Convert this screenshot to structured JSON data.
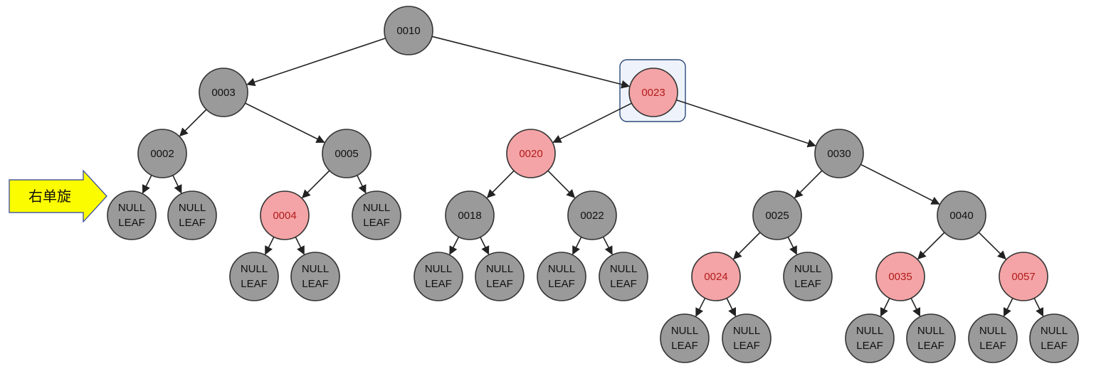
{
  "colors": {
    "black_node": "#9a9a9b",
    "red_node": "#f4a4a6",
    "red_stroke": "#c9353a",
    "red_text": "#b21b1b",
    "edge": "#222222",
    "badge_fill": "#fcfc00",
    "badge_stroke": "#2a3fa0",
    "highlight_stroke": "#2c4a7a"
  },
  "annotation": {
    "label": "右单旋",
    "icon": "right-arrow-icon"
  },
  "highlighted_node": "0023",
  "nodes": [
    {
      "id": "n0010",
      "key": "0010",
      "color": "black"
    },
    {
      "id": "n0003",
      "key": "0003",
      "color": "black"
    },
    {
      "id": "n0023",
      "key": "0023",
      "color": "red"
    },
    {
      "id": "n0002",
      "key": "0002",
      "color": "black"
    },
    {
      "id": "n0005",
      "key": "0005",
      "color": "black"
    },
    {
      "id": "n0020",
      "key": "0020",
      "color": "red"
    },
    {
      "id": "n0030",
      "key": "0030",
      "color": "black"
    },
    {
      "id": "n0004",
      "key": "0004",
      "color": "red"
    },
    {
      "id": "n0018",
      "key": "0018",
      "color": "black"
    },
    {
      "id": "n0022",
      "key": "0022",
      "color": "black"
    },
    {
      "id": "n0025",
      "key": "0025",
      "color": "black"
    },
    {
      "id": "n0040",
      "key": "0040",
      "color": "black"
    },
    {
      "id": "n0024",
      "key": "0024",
      "color": "red"
    },
    {
      "id": "n0035",
      "key": "0035",
      "color": "red"
    },
    {
      "id": "n0057",
      "key": "0057",
      "color": "red"
    },
    {
      "id": "L1",
      "null": true,
      "line1": "NULL",
      "line2": "LEAF"
    },
    {
      "id": "L2",
      "null": true,
      "line1": "NULL",
      "line2": "LEAF"
    },
    {
      "id": "L3",
      "null": true,
      "line1": "NULL",
      "line2": "LEAF"
    },
    {
      "id": "L4",
      "null": true,
      "line1": "NULL",
      "line2": "LEAF"
    },
    {
      "id": "L5",
      "null": true,
      "line1": "NULL",
      "line2": "LEAF"
    },
    {
      "id": "L6",
      "null": true,
      "line1": "NULL",
      "line2": "LEAF"
    },
    {
      "id": "L7",
      "null": true,
      "line1": "NULL",
      "line2": "LEAF"
    },
    {
      "id": "L8",
      "null": true,
      "line1": "NULL",
      "line2": "LEAF"
    },
    {
      "id": "L9",
      "null": true,
      "line1": "NULL",
      "line2": "LEAF"
    },
    {
      "id": "L10",
      "null": true,
      "line1": "NULL",
      "line2": "LEAF"
    },
    {
      "id": "L11",
      "null": true,
      "line1": "NULL",
      "line2": "LEAF"
    },
    {
      "id": "L12",
      "null": true,
      "line1": "NULL",
      "line2": "LEAF"
    },
    {
      "id": "L13",
      "null": true,
      "line1": "NULL",
      "line2": "LEAF"
    },
    {
      "id": "L14",
      "null": true,
      "line1": "NULL",
      "line2": "LEAF"
    },
    {
      "id": "L15",
      "null": true,
      "line1": "NULL",
      "line2": "LEAF"
    },
    {
      "id": "L16",
      "null": true,
      "line1": "NULL",
      "line2": "LEAF"
    }
  ],
  "edges": [
    [
      "n0010",
      "n0003"
    ],
    [
      "n0010",
      "n0023"
    ],
    [
      "n0003",
      "n0002"
    ],
    [
      "n0003",
      "n0005"
    ],
    [
      "n0002",
      "L1"
    ],
    [
      "n0002",
      "L2"
    ],
    [
      "n0005",
      "n0004"
    ],
    [
      "n0005",
      "L3"
    ],
    [
      "n0004",
      "L4"
    ],
    [
      "n0004",
      "L5"
    ],
    [
      "n0023",
      "n0020"
    ],
    [
      "n0023",
      "n0030"
    ],
    [
      "n0020",
      "n0018"
    ],
    [
      "n0020",
      "n0022"
    ],
    [
      "n0018",
      "L6"
    ],
    [
      "n0018",
      "L7"
    ],
    [
      "n0022",
      "L8"
    ],
    [
      "n0022",
      "L9"
    ],
    [
      "n0030",
      "n0025"
    ],
    [
      "n0030",
      "n0040"
    ],
    [
      "n0025",
      "n0024"
    ],
    [
      "n0025",
      "L10"
    ],
    [
      "n0024",
      "L11"
    ],
    [
      "n0024",
      "L12"
    ],
    [
      "n0040",
      "n0035"
    ],
    [
      "n0040",
      "n0057"
    ],
    [
      "n0035",
      "L13"
    ],
    [
      "n0035",
      "L14"
    ],
    [
      "n0057",
      "L15"
    ],
    [
      "n0057",
      "L16"
    ]
  ]
}
